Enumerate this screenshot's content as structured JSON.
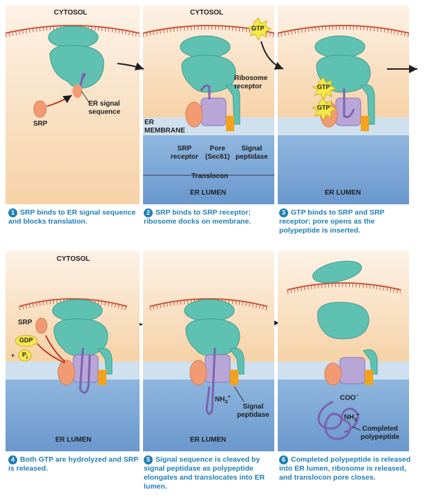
{
  "labels": {
    "cytosol": "CYTOSOL",
    "er_lumen": "ER LUMEN",
    "er_signal_sequence": "ER signal\nsequence",
    "srp": "SRP",
    "ribosome_receptor": "Ribosome\nreceptor",
    "er_membrane": "ER\nMEMBRANE",
    "srp_receptor": "SRP\nreceptor",
    "pore": "Pore\n(Sec61)",
    "signal_peptidase": "Signal\npeptidase",
    "translocon": "Translocon",
    "gtp": "GTP",
    "gdp": "GDP",
    "pi": "P",
    "pi_sub": "i",
    "plus": "+",
    "nh3": "NH",
    "nh3_sub": "3",
    "nh3_sup": "+",
    "coo": "COO",
    "coo_sup": "−",
    "completed_polypeptide": "Completed\npolypeptide"
  },
  "steps": [
    {
      "num": "1",
      "text": "SRP binds to ER signal sequence and blocks translation."
    },
    {
      "num": "2",
      "text": "SRP binds to SRP receptor; ribosome docks on membrane."
    },
    {
      "num": "3",
      "text": "GTP binds to SRP and SRP receptor; pore opens as the polypeptide is inserted."
    },
    {
      "num": "4",
      "text": "Both GTP are hydrolyzed and SRP is released."
    },
    {
      "num": "5",
      "text": "Signal sequence is cleaved by signal peptidase as polypeptide elongates and translocates into ER lumen."
    },
    {
      "num": "6",
      "text": "Completed polypeptide is released into ER lumen, ribosome is released, and translocon pore closes."
    }
  ],
  "colors": {
    "cytosol_top": "#fdf0e2",
    "cytosol_bottom": "#f7d3a9",
    "membrane": "#cfe0ef",
    "lumen_top": "#8fb6de",
    "lumen_bottom": "#5f8fc8",
    "ribosome": "#5fc1b1",
    "ribosome_dark": "#3f9c8e",
    "mrna": "#c8553a",
    "srp": "#f29b73",
    "pore": "#b8a6d6",
    "peptidase": "#f4a21c",
    "polypeptide": "#7b62b0",
    "caption": "#1f7fb4"
  }
}
